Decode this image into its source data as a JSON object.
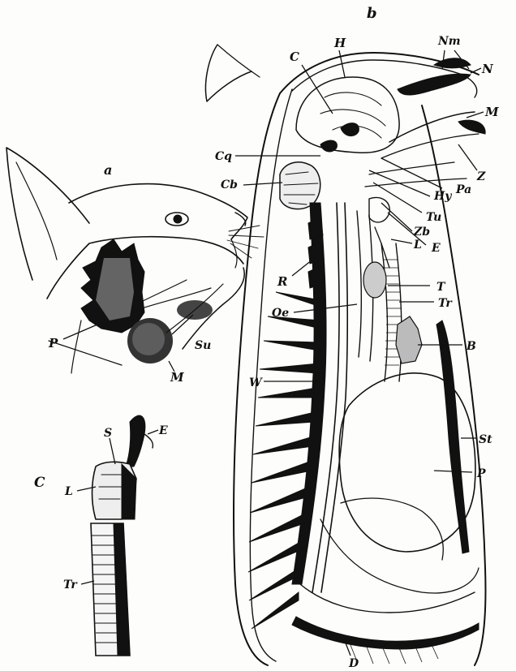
{
  "panels": {
    "a": {
      "letter": "a",
      "labels": {
        "P": "P",
        "Su": "Su",
        "M": "M"
      }
    },
    "b": {
      "letter": "b",
      "labels": {
        "C": "C",
        "H": "H",
        "Nm": "Nm",
        "N": "N",
        "M": "M",
        "Cq": "Cq",
        "Cb": "Cb",
        "Z": "Z",
        "Pa": "Pa",
        "Hy": "Hy",
        "Tu": "Tu",
        "Zb": "Zb",
        "E": "E",
        "L": "L",
        "R": "R",
        "T": "T",
        "Oe": "Oe",
        "Tr": "Tr",
        "B": "B",
        "W": "W",
        "St": "St",
        "P": "P",
        "D": "D"
      }
    },
    "c": {
      "letter": "C",
      "labels": {
        "S": "S",
        "E": "E",
        "L": "L",
        "Tr": "Tr"
      }
    }
  },
  "colors": {
    "ink": "#111111",
    "paper": "#fdfdfb"
  }
}
